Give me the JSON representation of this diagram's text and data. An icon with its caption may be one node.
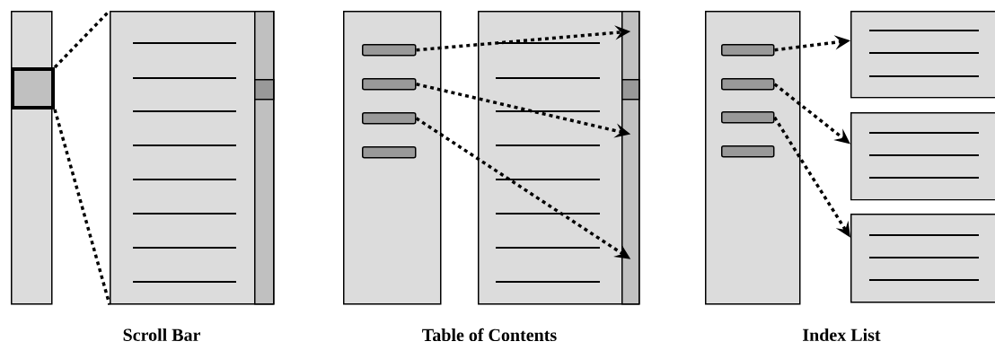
{
  "diagram": {
    "nodes": [
      {
        "text": [],
        "shape": "box"
      },
      {
        "text": [],
        "shape": "box",
        "in": 0
      },
      {
        "text": [],
        "shape": "box"
      },
      {
        "text": [],
        "shape": "box",
        "in": 2
      },
      {
        "text": [],
        "shape": "box",
        "in": 3
      },
      {
        "text": [],
        "shape": "box"
      },
      {
        "text": [],
        "shape": "box",
        "in": 5
      },
      {
        "text": [],
        "shape": "box",
        "in": 5
      },
      {
        "text": [],
        "shape": "box",
        "in": 5
      },
      {
        "text": [],
        "shape": "box",
        "in": 5
      },
      {
        "text": [],
        "shape": "box"
      },
      {
        "text": [],
        "shape": "box",
        "in": 10
      },
      {
        "text": [],
        "shape": "box",
        "in": 11
      },
      {
        "text": [],
        "shape": "box"
      },
      {
        "text": [],
        "shape": "box",
        "in": 13
      },
      {
        "text": [],
        "shape": "box",
        "in": 13
      },
      {
        "text": [],
        "shape": "box",
        "in": 13
      },
      {
        "text": [],
        "shape": "box",
        "in": 13
      },
      {
        "text": [],
        "shape": "box"
      },
      {
        "text": [],
        "shape": "box"
      },
      {
        "text": [],
        "shape": "box"
      }
    ],
    "edges": [
      {
        "from": 1,
        "to": 2,
        "arrow": "none",
        "style": "dashed"
      },
      {
        "from": 1,
        "to": 2,
        "arrow": "none",
        "style": "dashed"
      },
      {
        "from": 6,
        "to": 11,
        "arrow": "to",
        "style": "dashed"
      },
      {
        "from": 7,
        "to": 11,
        "arrow": "to",
        "style": "dashed"
      },
      {
        "from": 8,
        "to": 11,
        "arrow": "to",
        "style": "dashed"
      },
      {
        "from": 14,
        "to": 18,
        "arrow": "to",
        "style": "dashed"
      },
      {
        "from": 15,
        "to": 19,
        "arrow": "to",
        "style": "dashed"
      },
      {
        "from": 16,
        "to": 20,
        "arrow": "to",
        "style": "dashed"
      }
    ],
    "labels": [
      "Scroll Bar",
      "Table of Contents",
      "Index List"
    ]
  }
}
